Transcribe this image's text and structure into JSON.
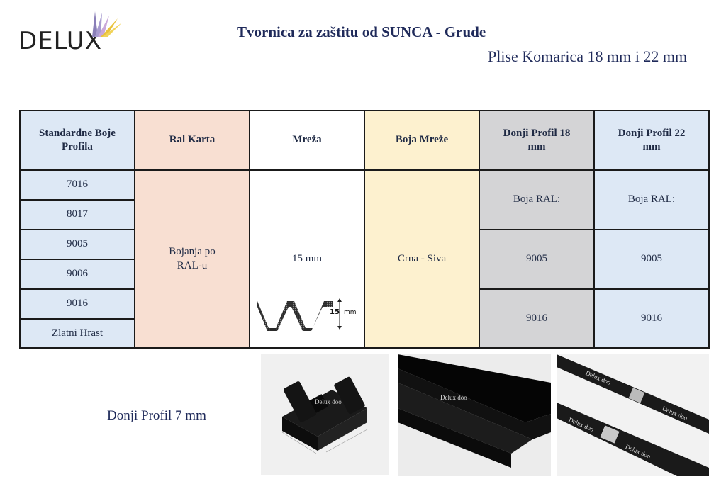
{
  "logo": {
    "text": "DELUX"
  },
  "header": {
    "title": "Tvornica za zaštitu od SUNCA - Grude",
    "subtitle": "Plise Komarica 18 mm i 22 mm"
  },
  "table": {
    "headers": {
      "profila": "Standardne Boje Profila",
      "ral_karta": "Ral Karta",
      "mreza": "Mreža",
      "boja_mreze": "Boja Mreže",
      "donji_18": "Donji Profil 18 mm",
      "donji_22": "Donji Profil 22 mm"
    },
    "profile_colors": [
      "7016",
      "8017",
      "9005",
      "9006",
      "9016",
      "Zlatni Hrast"
    ],
    "ral_karta_value": "Bojanja po RAL-u",
    "mreza_value": "15 mm",
    "mesh_diagram_label": "15",
    "mesh_diagram_unit": "mm",
    "boja_mreze_value": "Crna - Siva",
    "donji_18": [
      "Boja RAL:",
      "9005",
      "9016"
    ],
    "donji_22": [
      "Boja RAL:",
      "9005",
      "9016"
    ]
  },
  "bottom": {
    "label": "Donji Profil 7 mm",
    "photo1_label": "Delux doo",
    "photo2_label": "Delux doo",
    "photo3_labels": [
      "Delux doo",
      "Delux doo",
      "Delux doo",
      "Delux doo"
    ]
  }
}
